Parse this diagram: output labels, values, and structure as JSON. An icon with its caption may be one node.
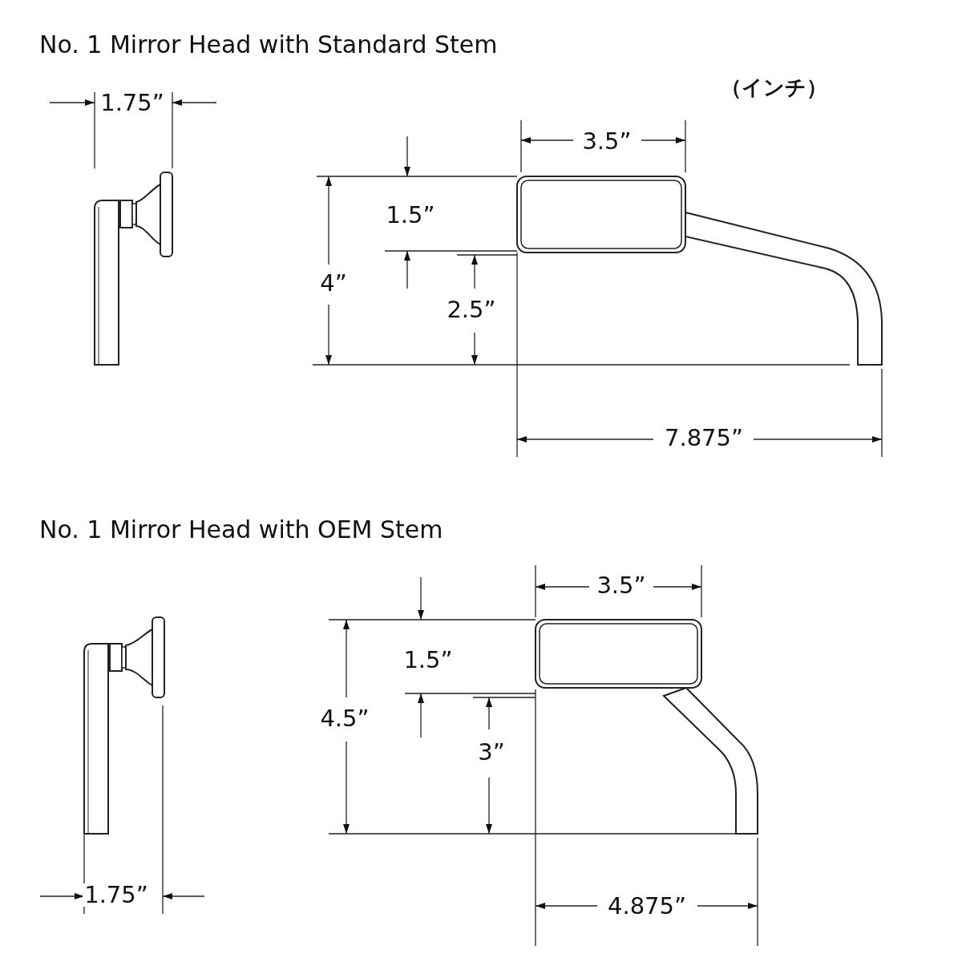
{
  "diagram": {
    "labels": [
      "No. 1 Mirror Head with Standard Stem",
      "（インチ）",
      "1.75”",
      "3.5”",
      "1.5”",
      "4”",
      "2.5”",
      "7.875”",
      "No. 1 Mirror Head with OEM Stem",
      "3.5”",
      "1.5”",
      "4.5”",
      "3”",
      "4.875”",
      "1.75”"
    ]
  }
}
